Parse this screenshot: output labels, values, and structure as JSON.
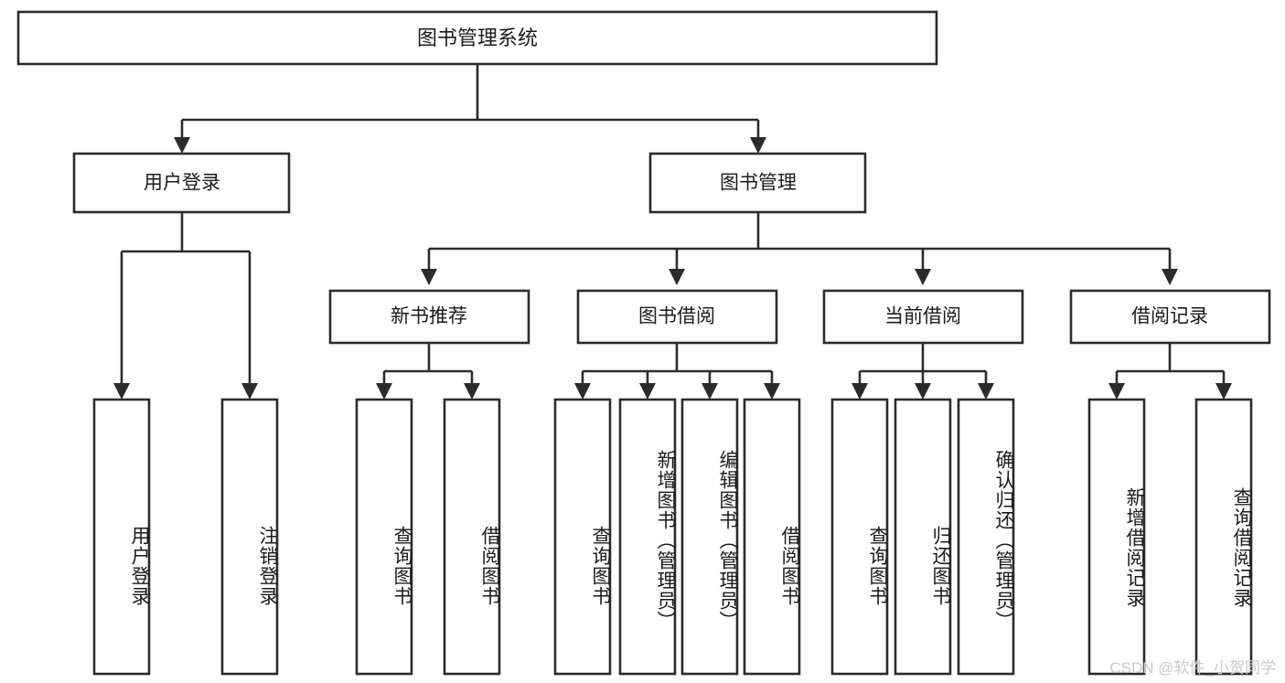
{
  "diagram": {
    "type": "tree-hierarchy",
    "title": "图书管理系统",
    "orientation": "top-down",
    "colors": {
      "box_stroke": "#2b2b2b",
      "box_fill": "#ffffff",
      "text": "#1b1b1b",
      "connector": "#2b2b2b",
      "watermark": "#c9c9c9",
      "background": "#ffffff"
    },
    "levels": [
      {
        "level": 1,
        "nodes": [
          {
            "id": "root",
            "label": "图书管理系统",
            "orientation": "horizontal"
          }
        ]
      },
      {
        "level": 2,
        "nodes": [
          {
            "id": "login",
            "label": "用户登录",
            "orientation": "horizontal",
            "parent": "root"
          },
          {
            "id": "bookmgmt",
            "label": "图书管理",
            "orientation": "horizontal",
            "parent": "root"
          }
        ]
      },
      {
        "level": 3,
        "nodes": [
          {
            "id": "newbook",
            "label": "新书推荐",
            "orientation": "horizontal",
            "parent": "bookmgmt"
          },
          {
            "id": "borrow",
            "label": "图书借阅",
            "orientation": "horizontal",
            "parent": "bookmgmt"
          },
          {
            "id": "current",
            "label": "当前借阅",
            "orientation": "horizontal",
            "parent": "bookmgmt"
          },
          {
            "id": "records",
            "label": "借阅记录",
            "orientation": "horizontal",
            "parent": "bookmgmt"
          }
        ]
      },
      {
        "level": 4,
        "nodes": [
          {
            "id": "leaf1",
            "label": "用户登录",
            "orientation": "vertical",
            "parent": "login"
          },
          {
            "id": "leaf2",
            "label": "注销登录",
            "orientation": "vertical",
            "parent": "login"
          },
          {
            "id": "leaf3",
            "label": "查询图书",
            "orientation": "vertical",
            "parent": "newbook"
          },
          {
            "id": "leaf4",
            "label": "借阅图书",
            "orientation": "vertical",
            "parent": "newbook"
          },
          {
            "id": "leaf5",
            "label": "查询图书",
            "orientation": "vertical",
            "parent": "borrow"
          },
          {
            "id": "leaf6",
            "label": "新增图书（管理员）",
            "orientation": "vertical",
            "parent": "borrow"
          },
          {
            "id": "leaf7",
            "label": "编辑图书（管理员）",
            "orientation": "vertical",
            "parent": "borrow"
          },
          {
            "id": "leaf8",
            "label": "借阅图书",
            "orientation": "vertical",
            "parent": "borrow"
          },
          {
            "id": "leaf9",
            "label": "查询图书",
            "orientation": "vertical",
            "parent": "current"
          },
          {
            "id": "leaf10",
            "label": "归还图书",
            "orientation": "vertical",
            "parent": "current"
          },
          {
            "id": "leaf11",
            "label": "确认归还（管理员）",
            "orientation": "vertical",
            "parent": "current"
          },
          {
            "id": "leaf12",
            "label": "新增借阅记录",
            "orientation": "vertical",
            "parent": "records"
          },
          {
            "id": "leaf13",
            "label": "查询借阅记录",
            "orientation": "vertical",
            "parent": "records"
          }
        ]
      }
    ]
  },
  "watermark": {
    "text": "CSDN @软件_小贺同学"
  }
}
